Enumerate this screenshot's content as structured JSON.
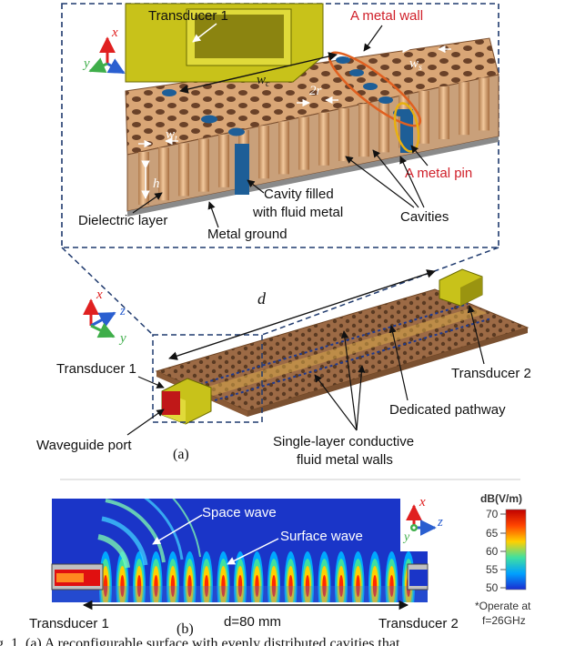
{
  "inset": {
    "transducer_label": "Transducer 1",
    "metal_wall_label": "A metal wall",
    "metal_pin_label": "A metal pin",
    "dielectric_label": "Dielectric layer",
    "cavity_fluid_label_line1": "Cavity filled",
    "cavity_fluid_label_line2": "with fluid metal",
    "cavities_label": "Cavities",
    "metal_ground_label": "Metal ground",
    "sym_wc": "w",
    "sym_wc_sub": "c",
    "sym_ws": "w",
    "sym_ws_sub": "s",
    "sym_wt": "w",
    "sym_wt_sub": "t",
    "sym_2r": "2r",
    "sym_h": "h"
  },
  "axes": {
    "x": "x",
    "y": "y",
    "z": "z"
  },
  "panel_a": {
    "d_label": "d",
    "transducer1": "Transducer 1",
    "transducer2": "Transducer 2",
    "dedicated_pathway": "Dedicated pathway",
    "waveguide_port": "Waveguide port",
    "walls_line1": "Single-layer conductive",
    "walls_line2": "fluid metal walls",
    "caption": "(a)"
  },
  "panel_b": {
    "space_wave": "Space wave",
    "surface_wave": "Surface wave",
    "transducer1": "Transducer 1",
    "transducer2": "Transducer 2",
    "d_value": "d=80 mm",
    "caption": "(b)",
    "colorbar_title": "dB(V/m)",
    "colorbar_ticks": [
      "70",
      "65",
      "60",
      "55",
      "50"
    ],
    "note_line1": "*Operate at",
    "note_line2": "f=26GHz"
  },
  "caption_text": "g. 1.   (a) A reconfigurable surface with evenly distributed cavities that"
}
